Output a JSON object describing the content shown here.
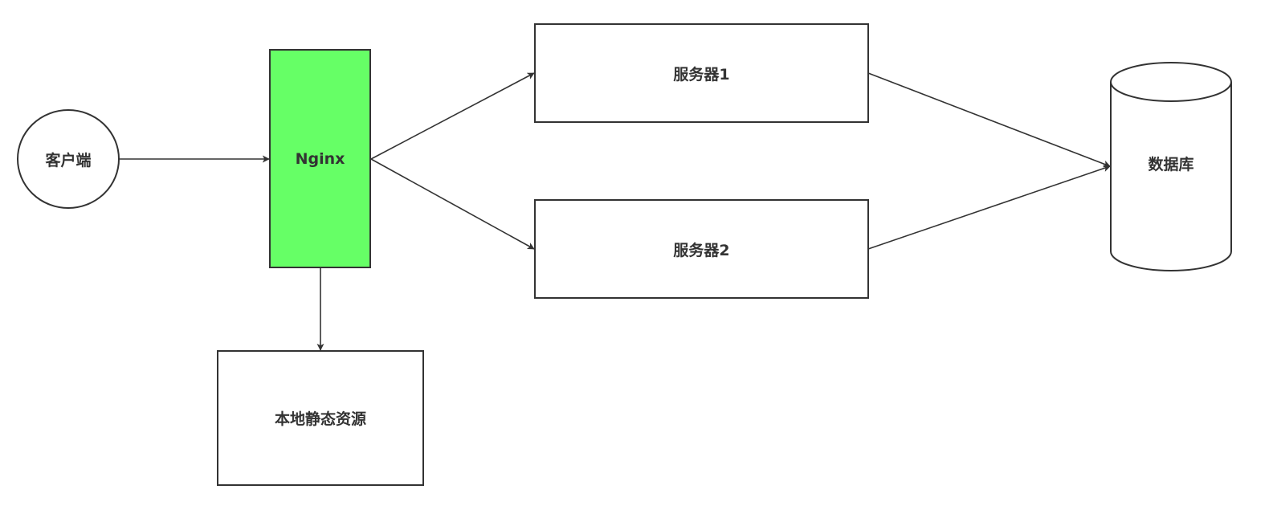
{
  "nodes": {
    "client": {
      "label": "客户端"
    },
    "nginx": {
      "label": "Nginx"
    },
    "server1": {
      "label": "服务器1"
    },
    "server2": {
      "label": "服务器2"
    },
    "database": {
      "label": "数据库"
    },
    "static": {
      "label": "本地静态资源"
    }
  },
  "colors": {
    "stroke": "#333333",
    "nginx_fill": "#66ff66",
    "background": "#ffffff"
  }
}
